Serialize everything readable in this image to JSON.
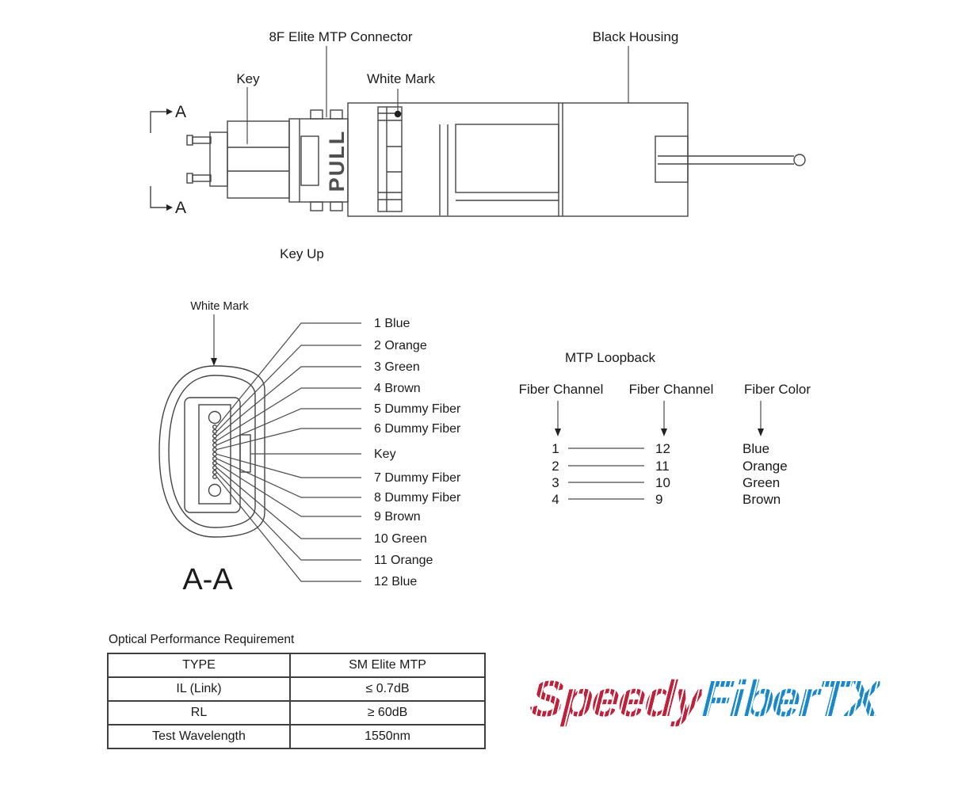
{
  "top_view": {
    "connector_label": "8F Elite MTP Connector",
    "key_label": "Key",
    "white_mark_label": "White Mark",
    "black_housing_label": "Black Housing",
    "key_up_label": "Key Up",
    "pull_text": "PULL",
    "section_marker": "A"
  },
  "section_view": {
    "title": "A-A",
    "white_mark_label": "White Mark",
    "fiber_labels": [
      "1 Blue",
      "2 Orange",
      "3 Green",
      "4 Brown",
      "5 Dummy Fiber",
      "6 Dummy Fiber",
      "Key",
      "7 Dummy Fiber",
      "8 Dummy Fiber",
      "9 Brown",
      "10 Green",
      "11 Orange",
      "12 Blue"
    ]
  },
  "loopback": {
    "title": "MTP Loopback",
    "headers": [
      "Fiber Channel",
      "Fiber Channel",
      "Fiber Color"
    ],
    "rows": [
      {
        "from": "1",
        "to": "12",
        "color": "Blue"
      },
      {
        "from": "2",
        "to": "11",
        "color": "Orange"
      },
      {
        "from": "3",
        "to": "10",
        "color": "Green"
      },
      {
        "from": "4",
        "to": "9",
        "color": "Brown"
      }
    ]
  },
  "performance": {
    "title": "Optical Performance Requirement",
    "rows": [
      [
        "TYPE",
        "SM Elite MTP"
      ],
      [
        "IL (Link)",
        "≤ 0.7dB"
      ],
      [
        "RL",
        "≥ 60dB"
      ],
      [
        "Test Wavelength",
        "1550nm"
      ]
    ]
  },
  "logo": {
    "first": "Speedy",
    "second": "FiberTX"
  },
  "colors": {
    "line": "#444444",
    "text": "#1a1a1a",
    "logo_red": "#c0213a",
    "logo_blue": "#1a87c8"
  }
}
